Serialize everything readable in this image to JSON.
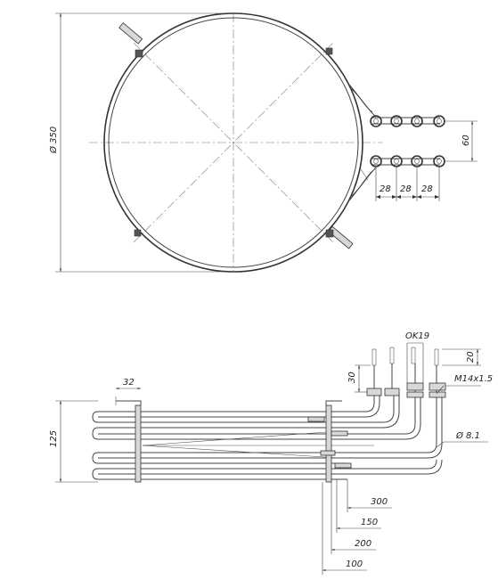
{
  "top_view": {
    "diameter_label": "Ø 350",
    "pitch_label": "60",
    "spacing_labels": [
      "28",
      "28",
      "28"
    ]
  },
  "side_view": {
    "height_label": "125",
    "bracket_label": "32",
    "wrench_label": "OK19",
    "terminal_label": "20",
    "thread_label": "M14x1.5",
    "stem_label": "30",
    "tube_label": "Ø 8.1",
    "lengths": [
      "300",
      "150",
      "200",
      "100"
    ]
  }
}
